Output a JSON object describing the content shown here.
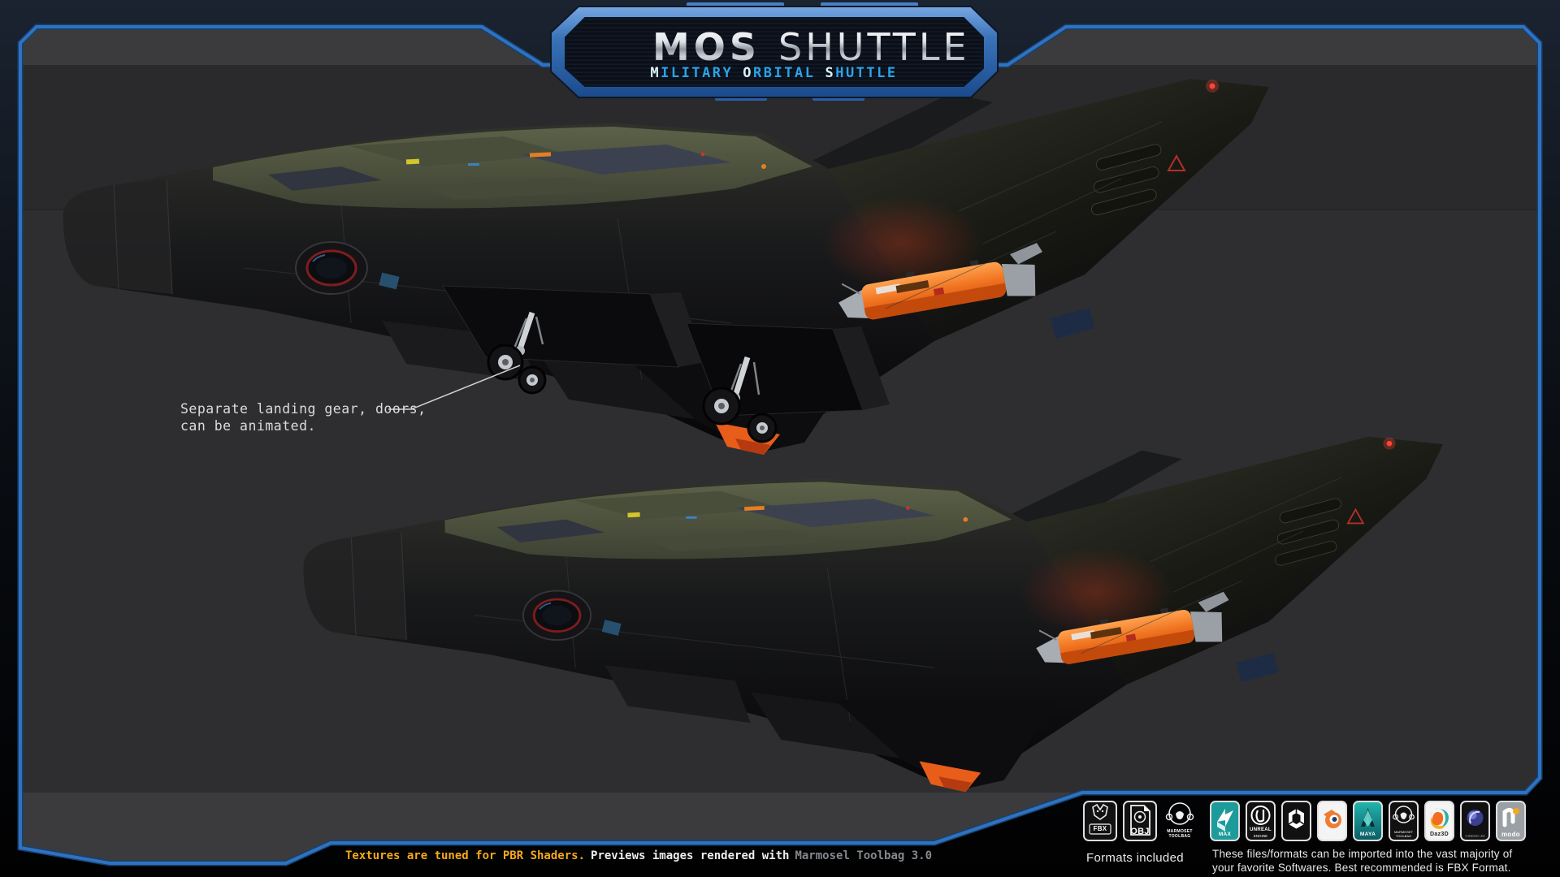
{
  "badge": {
    "title_primary": "MOS",
    "title_secondary": "SHUTTLE",
    "subtitle_words": [
      "MILITARY",
      "ORBITAL",
      "SHUTTLE"
    ]
  },
  "annotation": {
    "line1": "Separate landing gear, doors,",
    "line2": "can be animated."
  },
  "formats_included": {
    "caption": "Formats included",
    "icons": [
      {
        "name": "fbx",
        "label": "FBX"
      },
      {
        "name": "obj",
        "label": "OBJ"
      },
      {
        "name": "marmoset-toolbag",
        "label": "MARMOSET",
        "sublabel": "TOOLBAG"
      }
    ]
  },
  "compatible_software": {
    "caption_line1": "These files/formats can be imported into the vast majority of",
    "caption_line2": "your favorite Softwares. Best recommended is FBX Format.",
    "icons": [
      {
        "name": "3ds-max",
        "label": "MAX"
      },
      {
        "name": "unreal-engine",
        "label": "UNREAL",
        "sublabel": "ENGINE"
      },
      {
        "name": "unity",
        "label": ""
      },
      {
        "name": "blender",
        "label": ""
      },
      {
        "name": "maya",
        "label": "MAYA"
      },
      {
        "name": "marmoset-toolbag",
        "label": "",
        "sublabel": "MARMOSET TOOLBAG"
      },
      {
        "name": "daz3d",
        "label": "Daz3D"
      },
      {
        "name": "cinema-4d",
        "label": "",
        "sublabel": "CINEMA 4D"
      },
      {
        "name": "modo",
        "label": "modo"
      }
    ]
  },
  "footer": {
    "highlight": "Textures are tuned for PBR Shaders.",
    "normal": "Previews images rendered with",
    "muted": "Marmosel Toolbag 3.0"
  },
  "colors": {
    "accent_blue": "#2f72bf",
    "subtitle_blue": "#2aa3e8",
    "footer_orange": "#f5a81c",
    "pod_orange": "#f07320",
    "panel_gray": "#2e2e30",
    "badge_inner": "#0a0f18"
  }
}
